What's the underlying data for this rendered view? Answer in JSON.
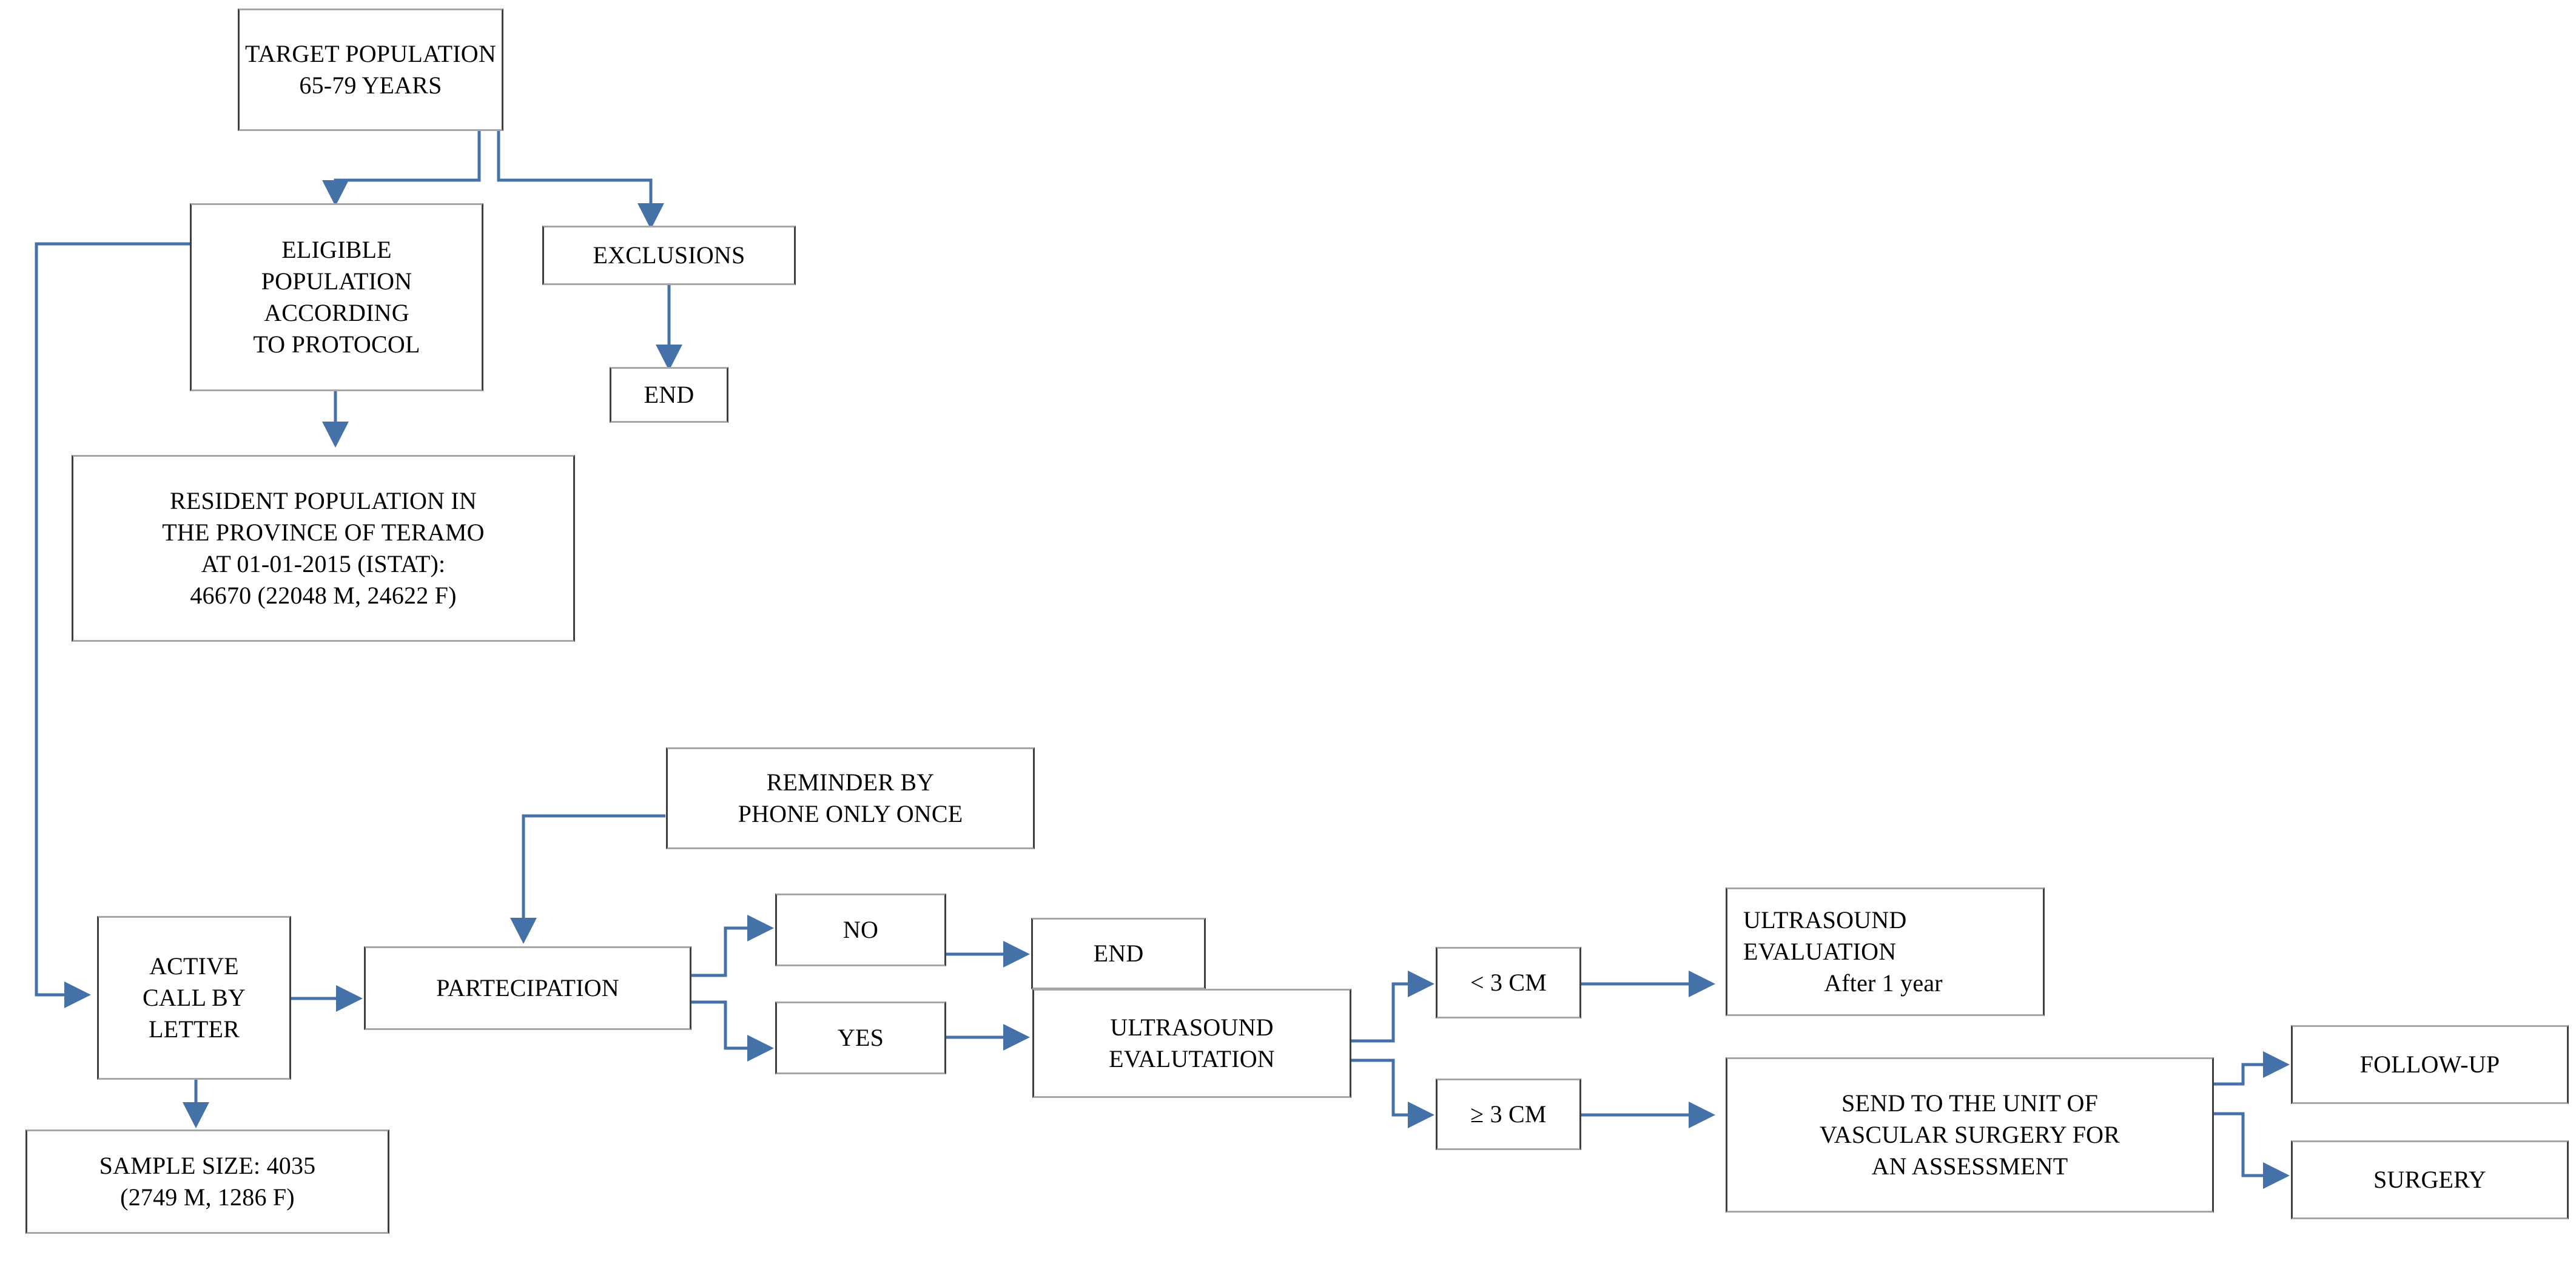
{
  "diagram": {
    "title": "AAA screening program flowchart",
    "accent_color": "#4472a8",
    "box_border_color": "#3f3f3f",
    "background_color": "#ffffff"
  },
  "nodes": {
    "target_population": {
      "name": "target-population",
      "lines": [
        "TARGET POPULATION",
        "65-79 YEARS"
      ]
    },
    "eligible_population": {
      "name": "eligible-population",
      "lines": [
        "ELIGIBLE",
        "POPULATION",
        "ACCORDING",
        "TO PROTOCOL"
      ]
    },
    "exclusions": {
      "name": "exclusions",
      "lines": [
        "EXCLUSIONS"
      ]
    },
    "end_exclusions": {
      "name": "end-after-exclusions",
      "lines": [
        "END"
      ]
    },
    "resident_population": {
      "name": "resident-population",
      "lines": [
        "RESIDENT POPULATION IN",
        "THE PROVINCE OF TERAMO",
        "AT 01-01-2015 (ISTAT):",
        "46670 (22048 M, 24622 F)"
      ]
    },
    "reminder_phone": {
      "name": "reminder-by-phone",
      "lines": [
        "REMINDER BY",
        "PHONE ONLY ONCE"
      ]
    },
    "active_call": {
      "name": "active-call-by-letter",
      "lines": [
        "ACTIVE",
        "CALL BY",
        "LETTER"
      ]
    },
    "sample_size": {
      "name": "sample-size",
      "lines": [
        "SAMPLE SIZE: 4035",
        "(2749 M, 1286 F)"
      ]
    },
    "partecipation": {
      "name": "partecipation",
      "lines": [
        "PARTECIPATION"
      ]
    },
    "answer_no": {
      "name": "answer-no",
      "lines": [
        "NO"
      ]
    },
    "answer_yes": {
      "name": "answer-yes",
      "lines": [
        "YES"
      ]
    },
    "end_no": {
      "name": "end-after-no",
      "lines": [
        "END"
      ]
    },
    "ultrasound_evaluation": {
      "name": "ultrasound-evaluation",
      "lines": [
        "ULTRASOUND",
        "EVALUTATION"
      ]
    },
    "size_lt3": {
      "name": "aneurysm-less-than-3cm",
      "lines": [
        "< 3 CM"
      ]
    },
    "size_ge3": {
      "name": "aneurysm-3cm-or-more",
      "lines": [
        "≥ 3 CM"
      ]
    },
    "ultrasound_after_1_year": {
      "name": "ultrasound-evaluation-after-1-year",
      "lines": [
        "ULTRASOUND",
        "EVALUATION",
        "After 1 year"
      ]
    },
    "send_to_vascular": {
      "name": "send-to-vascular-surgery",
      "lines": [
        "SEND TO THE UNIT OF",
        "VASCULAR SURGERY FOR",
        "AN ASSESSMENT"
      ]
    },
    "follow_up": {
      "name": "follow-up",
      "lines": [
        "FOLLOW-UP"
      ]
    },
    "surgery": {
      "name": "surgery",
      "lines": [
        "SURGERY"
      ]
    }
  },
  "flow_edges": [
    {
      "from": "target_population",
      "to": "eligible_population"
    },
    {
      "from": "target_population",
      "to": "exclusions"
    },
    {
      "from": "exclusions",
      "to": "end_exclusions"
    },
    {
      "from": "eligible_population",
      "to": "resident_population"
    },
    {
      "from": "eligible_population",
      "to": "active_call"
    },
    {
      "from": "active_call",
      "to": "sample_size"
    },
    {
      "from": "active_call",
      "to": "partecipation"
    },
    {
      "from": "reminder_phone",
      "to": "partecipation"
    },
    {
      "from": "partecipation",
      "to": "answer_no"
    },
    {
      "from": "partecipation",
      "to": "answer_yes"
    },
    {
      "from": "answer_no",
      "to": "end_no"
    },
    {
      "from": "answer_yes",
      "to": "ultrasound_evaluation"
    },
    {
      "from": "ultrasound_evaluation",
      "to": "size_lt3"
    },
    {
      "from": "ultrasound_evaluation",
      "to": "size_ge3"
    },
    {
      "from": "size_lt3",
      "to": "ultrasound_after_1_year"
    },
    {
      "from": "size_ge3",
      "to": "send_to_vascular"
    },
    {
      "from": "send_to_vascular",
      "to": "follow_up"
    },
    {
      "from": "send_to_vascular",
      "to": "surgery"
    }
  ]
}
